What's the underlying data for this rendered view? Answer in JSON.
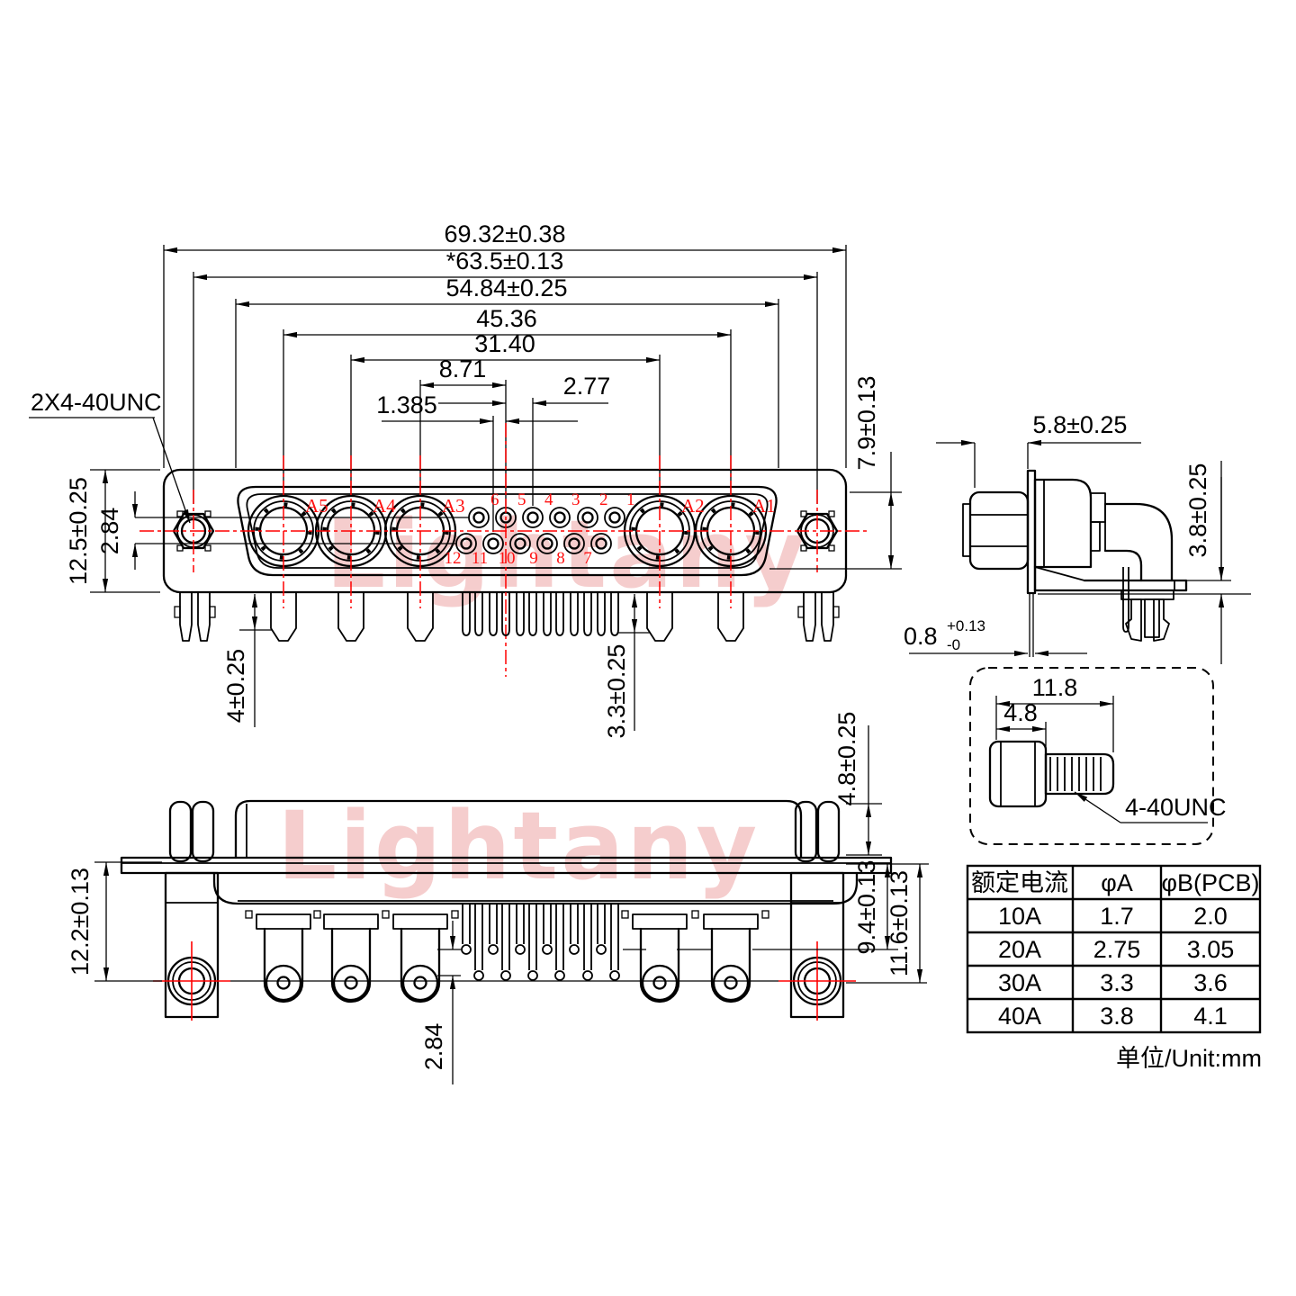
{
  "watermark": {
    "text": "Lightany"
  },
  "front_view": {
    "thread_note": "2X4-40UNC",
    "contact_labels": [
      "A5",
      "A4",
      "A3",
      "A2",
      "A1"
    ],
    "pin_numbers_top": [
      "6",
      "5",
      "4",
      "3",
      "2",
      "1"
    ],
    "pin_numbers_bottom": [
      "12",
      "11",
      "10",
      "9",
      "8",
      "7"
    ],
    "dims": {
      "overall_width": "69.32±0.38",
      "mount_span": "*63.5±0.13",
      "shell_width": "54.84±0.25",
      "a5_a1_span": "45.36",
      "a4_a2_span": "31.40",
      "a3_pin5_span": "8.71",
      "pin_pitch": "2.77",
      "half_pitch": "1.385",
      "body_height": "12.5±0.25",
      "row_offset": "2.84",
      "shell_height": "7.9±0.13",
      "big_tail_len": "4±0.25",
      "small_tail_len": "3.3±0.25"
    }
  },
  "side_view": {
    "dims": {
      "depth": "5.8±0.25",
      "pin_height": "3.8±0.25",
      "flange_thickness": "0.8",
      "flange_tol_upper": "+0.13",
      "flange_tol_lower": "-0"
    }
  },
  "bottom_view": {
    "dims": {
      "bracket_height": "12.2±0.13",
      "row_offset": "2.84",
      "pin_depth": "9.4±0.13",
      "cup_depth": "11.6±0.13",
      "nut_height": "4.8±0.25"
    }
  },
  "screw_detail": {
    "dims": {
      "total_length": "11.8",
      "head_length": "4.8"
    },
    "thread_label": "4-40UNC"
  },
  "spec_table": {
    "headers": [
      "额定电流",
      "φA",
      "φB(PCB)"
    ],
    "rows": [
      [
        "10A",
        "1.7",
        "2.0"
      ],
      [
        "20A",
        "2.75",
        "3.05"
      ],
      [
        "30A",
        "3.3",
        "3.6"
      ],
      [
        "40A",
        "3.8",
        "4.1"
      ]
    ]
  },
  "unit_note": "单位/Unit:mm"
}
